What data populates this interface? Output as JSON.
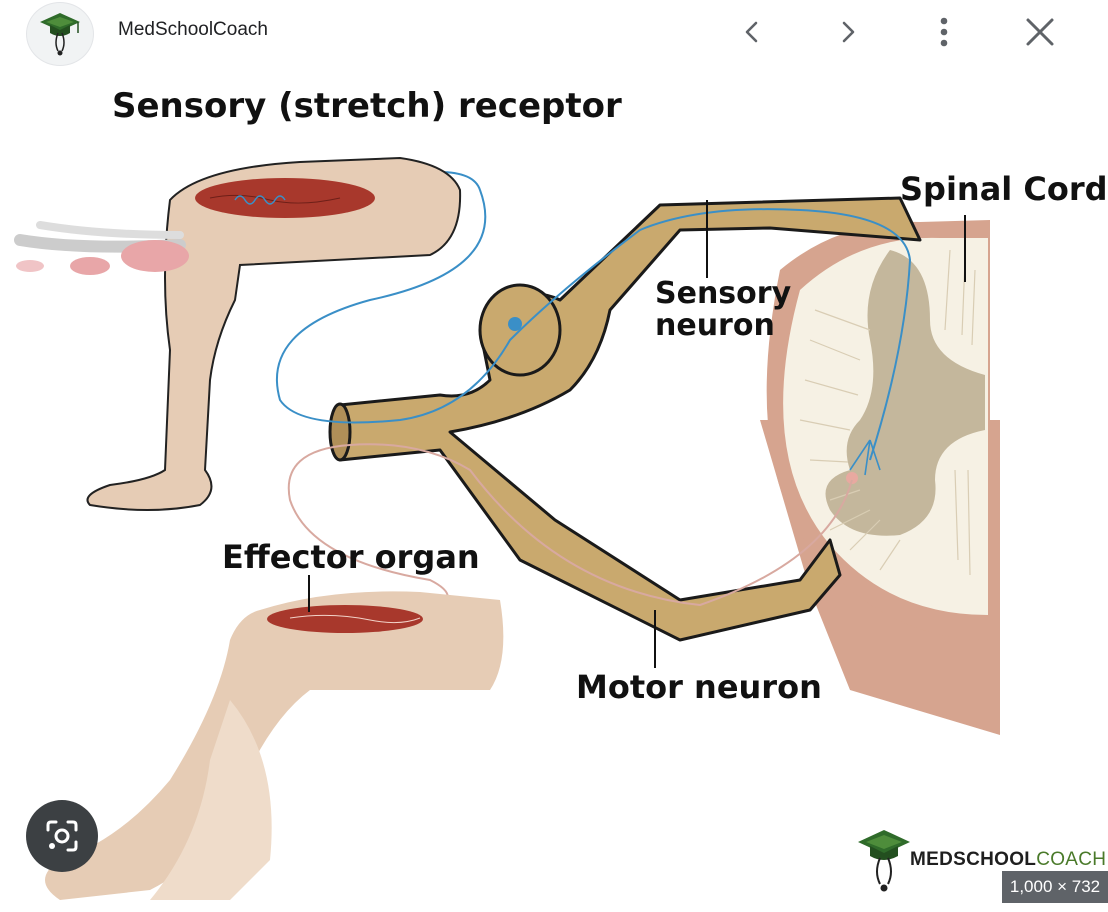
{
  "header": {
    "site_name": "MedSchoolCoach",
    "icons": {
      "avatar": "graduation-cap-logo-icon",
      "prev": "chevron-left-icon",
      "next": "chevron-right-icon",
      "more": "more-vertical-icon",
      "close": "close-icon"
    }
  },
  "diagram": {
    "labels": {
      "sensory_receptor": "Sensory (stretch) receptor",
      "spinal_cord": "Spinal Cord",
      "sensory_neuron_line1": "Sensory",
      "sensory_neuron_line2": "neuron",
      "effector_organ": "Effector organ",
      "motor_neuron": "Motor neuron"
    },
    "watermark": {
      "brand_bold": "MEDSCHOOL",
      "brand_light": "COACH"
    },
    "colors": {
      "nerve": "#c9a96e",
      "skin": "#e6ccb5",
      "muscle": "#a8382c",
      "sensory_fiber": "#3a8fc7",
      "motor_fiber": "#d8a9a0",
      "cord_white": "#f6f1e4",
      "cord_gray": "#c4b79c",
      "cord_outer": "#d6a48f"
    }
  },
  "footer": {
    "dimensions": "1,000 × 732",
    "lens_icon": "google-lens-icon"
  }
}
